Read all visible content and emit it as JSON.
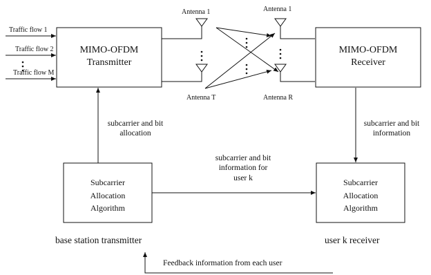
{
  "traffic_flows": [
    "Traffic flow 1",
    "Traffic flow 2",
    "Traffic flow M"
  ],
  "transmitter": {
    "line1": "MIMO-OFDM",
    "line2": "Transmitter"
  },
  "receiver": {
    "line1": "MIMO-OFDM",
    "line2": "Receiver"
  },
  "antennas": {
    "tx_top": "Antenna 1",
    "tx_bottom": "Antenna T",
    "rx_top": "Antenna 1",
    "rx_bottom": "Antenna R"
  },
  "edges": {
    "tx_allocation": {
      "line1": "subcarrier and bit",
      "line2": "allocation"
    },
    "rx_information": {
      "line1": "subcarrier and bit",
      "line2": "information"
    },
    "user_info": {
      "line1": "subcarrier and bit",
      "line2": "information for",
      "line3": "user k"
    }
  },
  "algo_left": {
    "line1": "Subcarrier",
    "line2": "Allocation",
    "line3": "Algorithm"
  },
  "algo_right": {
    "line1": "Subcarrier",
    "line2": "Allocation",
    "line3": "Algorithm"
  },
  "captions": {
    "base_station": "base station transmitter",
    "user_receiver": "user k receiver",
    "feedback": "Feedback information from each user"
  }
}
